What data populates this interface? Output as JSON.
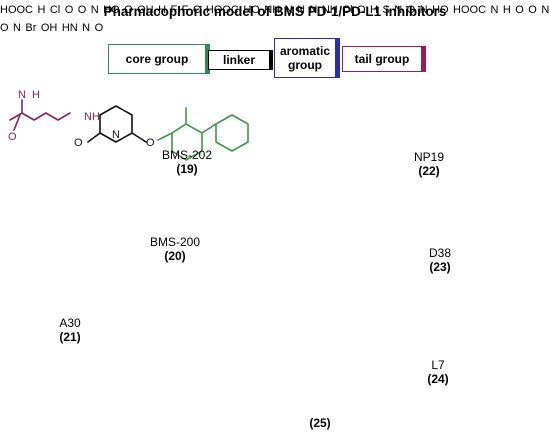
{
  "title": "Pharmacophoric model of BMS PD-1/PD-L1 inhibitors",
  "legend": {
    "core": "core group",
    "linker": "linker",
    "aromatic": "aromatic group",
    "tail": "tail group"
  },
  "colors": {
    "core": "#3a9a46",
    "aromatic": "#22227a",
    "tail": "#8e1f57",
    "linker": "#111111"
  },
  "compounds": [
    {
      "name": "BMS-202",
      "number": "(19)"
    },
    {
      "name": "NP19",
      "number": "(22)"
    },
    {
      "name": "BMS-200",
      "number": "(20)"
    },
    {
      "name": "D38",
      "number": "(23)"
    },
    {
      "name": "A30",
      "number": "(21)"
    },
    {
      "name": "L7",
      "number": "(24)"
    },
    {
      "name": "",
      "number": "(25)"
    }
  ],
  "atoms": {
    "N": "N",
    "H": "H",
    "O": "O",
    "NH": "NH",
    "HN": "HN",
    "HO": "HO",
    "OH": "OH",
    "COOH": "HOOC",
    "Cl": "Cl",
    "F": "F",
    "S": "S",
    "Br": "Br"
  }
}
